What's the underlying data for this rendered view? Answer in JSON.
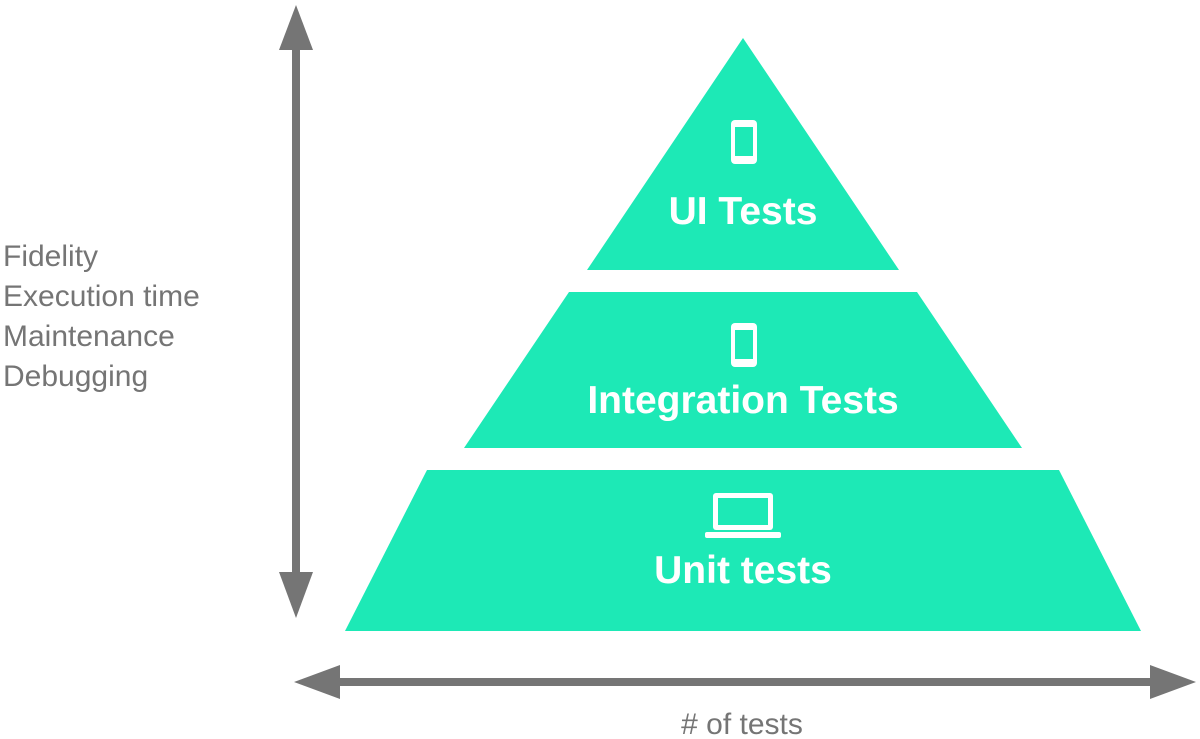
{
  "vertical_axis": {
    "labels": [
      "Fidelity",
      "Execution time",
      "Maintenance",
      "Debugging"
    ]
  },
  "horizontal_axis": {
    "label": "# of tests"
  },
  "pyramid": {
    "tiers": [
      {
        "label": "UI Tests",
        "icon": "phone-icon"
      },
      {
        "label": "Integration Tests",
        "icon": "phone-icon"
      },
      {
        "label": "Unit tests",
        "icon": "laptop-icon"
      }
    ]
  },
  "colors": {
    "pyramid_fill": "#1de9b6",
    "arrow": "#757575",
    "text_on_pyramid": "#ffffff",
    "axis_text": "#757575"
  }
}
